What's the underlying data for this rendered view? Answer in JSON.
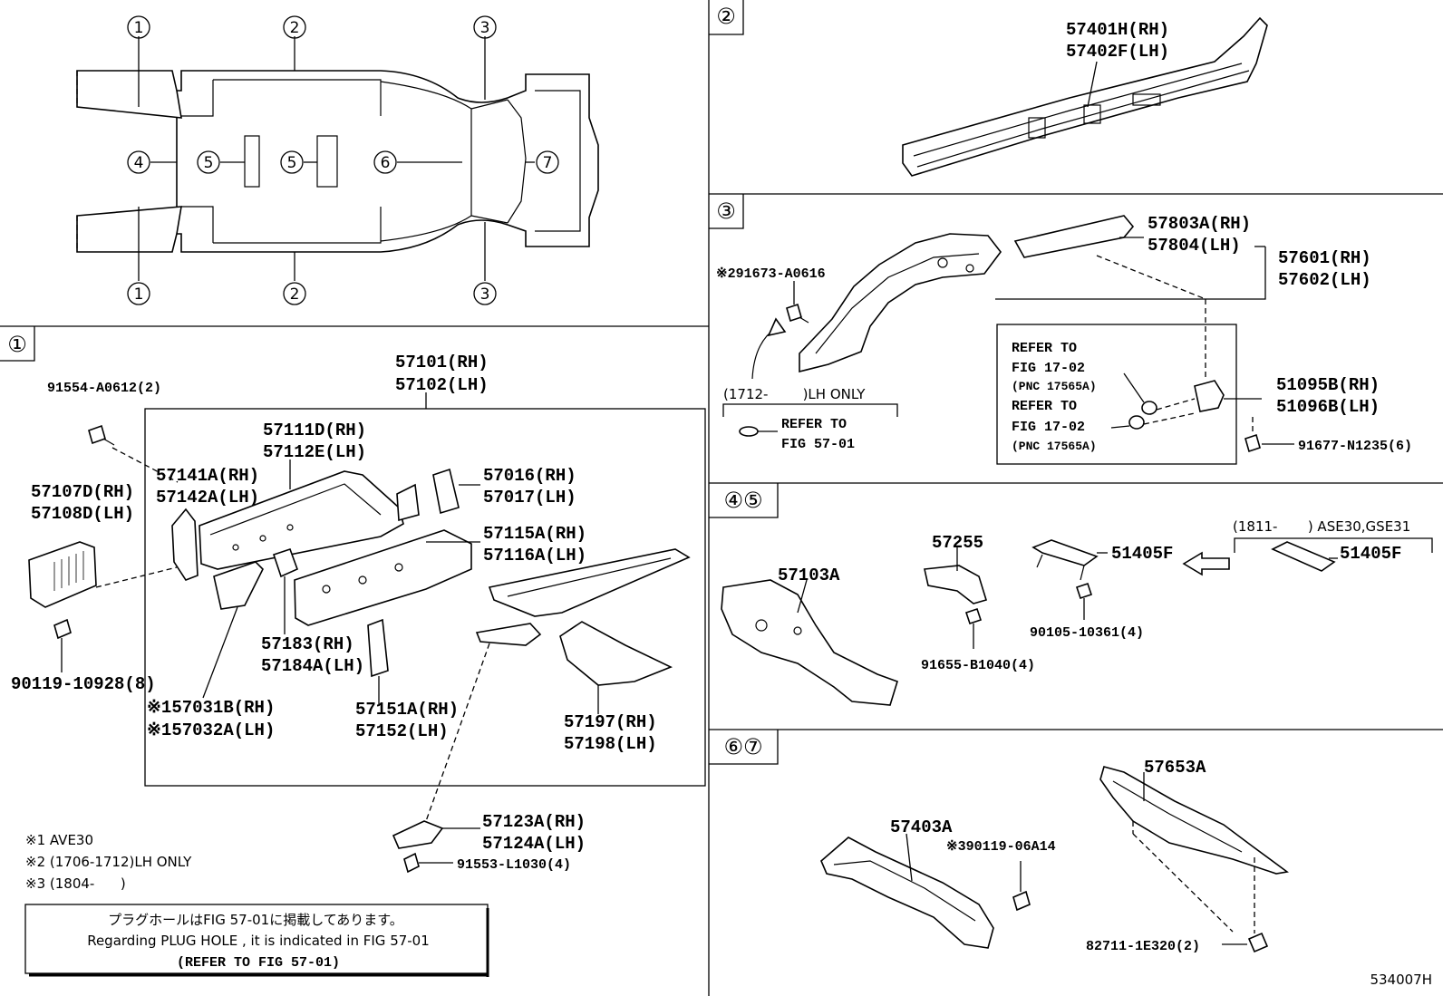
{
  "callouts": {
    "c1": "①",
    "c2": "②",
    "c3": "③",
    "c4": "④",
    "c5": "⑤",
    "c6": "⑥",
    "c7": "⑦",
    "sec45": "④⑤",
    "sec67": "⑥⑦"
  },
  "sec1": {
    "p91554": "91554-A0612(2)",
    "p57101": "57101(RH)",
    "p57102": "57102(LH)",
    "p57111": "57111D(RH)",
    "p57112": "57112E(LH)",
    "p57141": "57141A(RH)",
    "p57142": "57142A(LH)",
    "p57107": "57107D(RH)",
    "p57108": "57108D(LH)",
    "p57016": "57016(RH)",
    "p57017": "57017(LH)",
    "p57115": "57115A(RH)",
    "p57116": "57116A(LH)",
    "p57183": "57183(RH)",
    "p57184": "57184A(LH)",
    "p90119": "90119-10928(8)",
    "p57031": "※157031B(RH)",
    "p57032": "※157032A(LH)",
    "p57151": "57151A(RH)",
    "p57152": "57152(LH)",
    "p57197": "57197(RH)",
    "p57198": "57198(LH)",
    "p57123": "57123A(RH)",
    "p57124": "57124A(LH)",
    "p91553": "91553-L1030(4)"
  },
  "notes": {
    "n1": "※1 AVE30",
    "n2": "※2 (1706-1712)LH ONLY",
    "n3": "※3 (1804-      )",
    "box_jp": "プラグホールはFIG 57-01に掲載してあります。",
    "box_en": "Regarding PLUG HOLE , it is indicated in FIG 57-01",
    "box_ref": "(REFER TO FIG 57-01)"
  },
  "sec2": {
    "p57401": "57401H(RH)",
    "p57402": "57402F(LH)"
  },
  "sec3": {
    "p57803": "57803A(RH)",
    "p57804": "57804(LH)",
    "p57601": "57601(RH)",
    "p57602": "57602(LH)",
    "p291673": "※291673-A0616",
    "refer1a": "REFER TO",
    "refer1b": "FIG 17-02",
    "refer1c": "(PNC 17565A)",
    "refer2a": "REFER TO",
    "refer2b": "FIG 17-02",
    "refer2c": "(PNC 17565A)",
    "p51095": "51095B(RH)",
    "p51096": "51096B(LH)",
    "p91677": "91677-N1235(6)",
    "lhonly": "(1712-        )LH ONLY",
    "refer3a": "REFER TO",
    "refer3b": "FIG 57-01"
  },
  "sec45": {
    "p57255": "57255",
    "p51405a": "51405F",
    "p51405b": "51405F",
    "ase": "(1811-       ) ASE30,GSE31",
    "p57103": "57103A",
    "p90105": "90105-10361(4)",
    "p91655": "91655-B1040(4)"
  },
  "sec67": {
    "p57653": "57653A",
    "p57403": "57403A",
    "p390119": "※390119-06A14",
    "p82711": "82711-1E320(2)"
  },
  "footer": {
    "code": "534007H"
  }
}
